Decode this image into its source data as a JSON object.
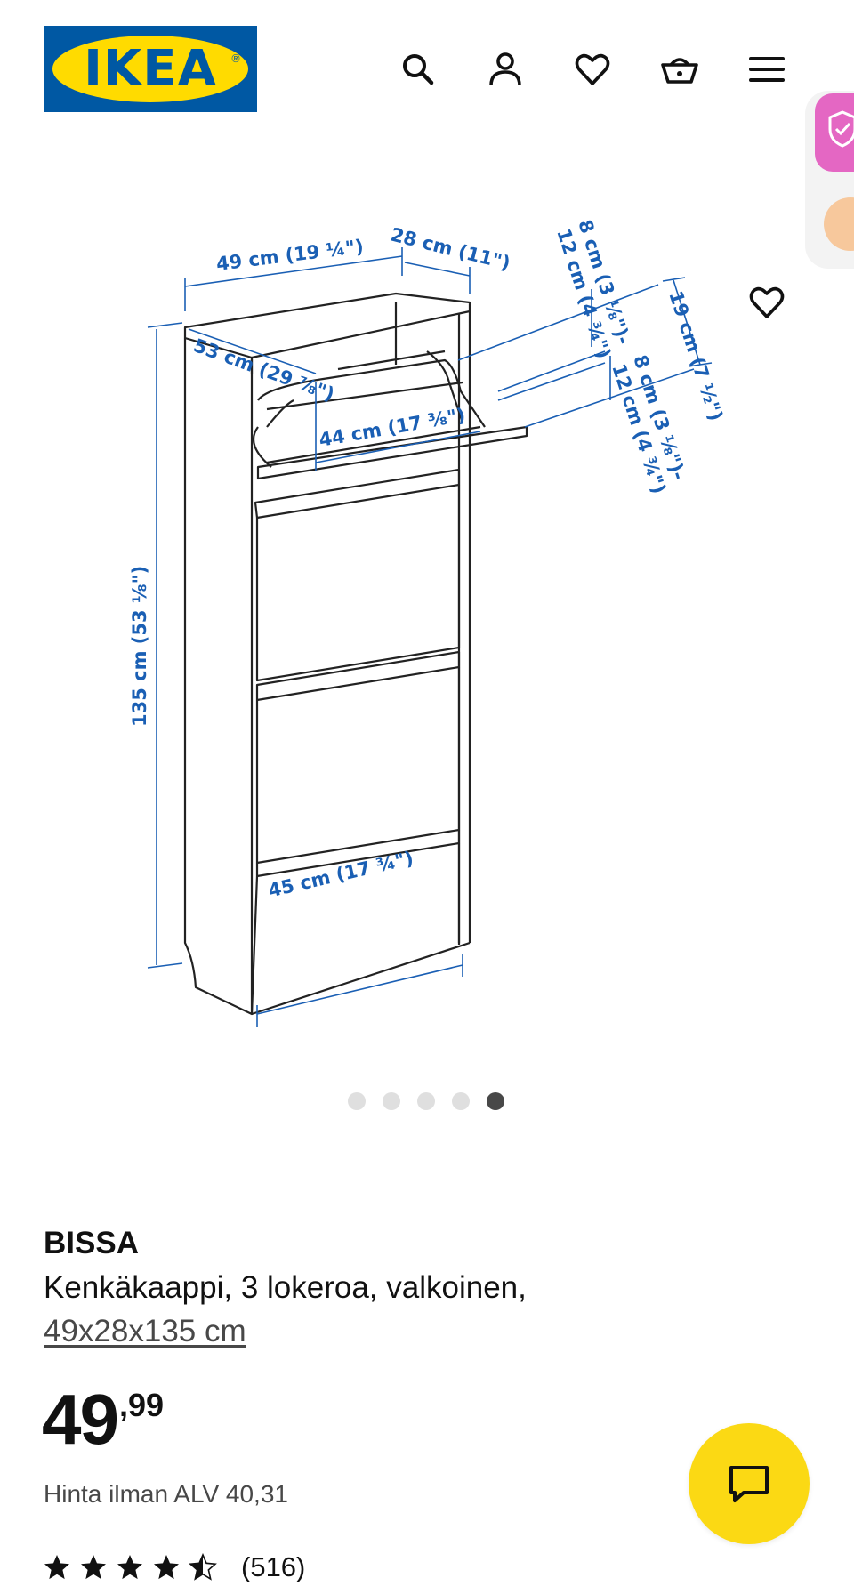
{
  "header": {
    "logo_text": "IKEA",
    "logo_reg": "®",
    "icons": [
      "search-icon",
      "user-icon",
      "heart-icon",
      "basket-icon",
      "menu-icon"
    ]
  },
  "gallery": {
    "slide_count": 5,
    "active_slide": 5,
    "dimensions": {
      "width": "49 cm (19 ¼\")",
      "depth": "28 cm (11\")",
      "height": "135 cm (53 ⅛\")",
      "drawer_depth": "53 cm (29 ⅞\")",
      "inner_width": "44 cm (17 ⅜\")",
      "base_width": "45 cm (17 ¾\")",
      "comp_upper": "8 cm (3 ⅛\")-",
      "comp_upper_2": "12 cm (4 ¾\")",
      "comp_total": "19 cm (7 ½\")",
      "comp_lower": "8 cm (3 ⅛\")-",
      "comp_lower_2": "12 cm (4 ¾\")"
    }
  },
  "product": {
    "name": "BISSA",
    "description": "Kenkäkaappi, 3 lokeroa, valkoinen,",
    "size": "49x28x135 cm",
    "price_integer": "49",
    "price_decimal": ",99",
    "price_without_vat": "Hinta ilman ALV 40,31",
    "rating": 4.5,
    "rating_count": "(516)"
  },
  "colors": {
    "ikea_blue": "#0058a3",
    "ikea_yellow": "#ffdb00",
    "dimension_blue": "#1a5fb4",
    "chat_yellow": "#fbd914"
  }
}
